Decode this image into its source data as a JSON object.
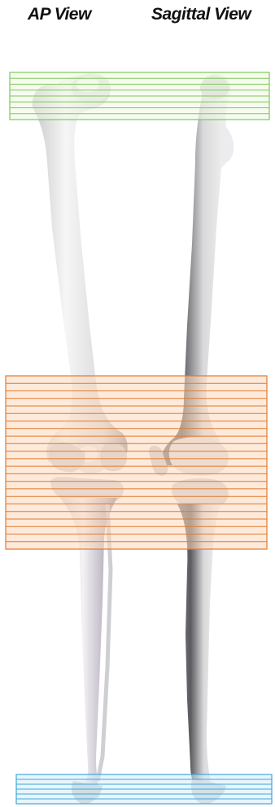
{
  "titles": {
    "ap": "AP View",
    "sagittal": "Sagittal View"
  },
  "scan_regions": [
    {
      "name": "hip",
      "stroke": "#7fc75a",
      "fill": "#eef8e4",
      "line_count": 7
    },
    {
      "name": "knee",
      "stroke": "#e07a2e",
      "fill": "#fbd9bd",
      "line_count": 22
    },
    {
      "name": "ankle",
      "stroke": "#3fa6dc",
      "fill": "#d6ecf8",
      "line_count": 5
    }
  ],
  "colors": {
    "bone_light": "#f4f4f4",
    "bone_mid": "#cfcfd2",
    "bone_dark": "#6e6e72",
    "bone_purple": "#a79db0"
  }
}
